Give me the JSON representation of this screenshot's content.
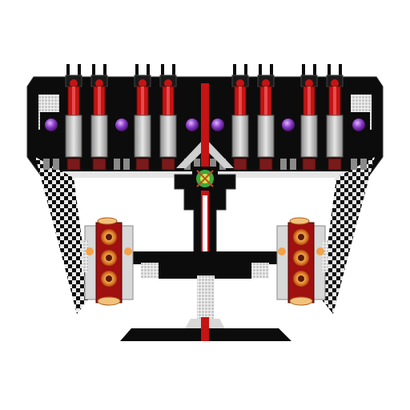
{
  "scene": {
    "subject": "ship-blueprint",
    "background": "#ffffff",
    "colors": {
      "hull": "#0c0c0c",
      "hull_edge": "#2b2b2b",
      "grille": "#d8d8d8",
      "red_conduit": "#c41414",
      "dark_red": "#6e0a0a",
      "purple_orb": "#8a3cc8",
      "metal": "#b9b9b9",
      "orange_engine": "#e07a22",
      "engine_red": "#a01010",
      "yellow_core": "#c8e64a",
      "green_core": "#3ea83e",
      "blue_cockpit": "#6f77d8"
    },
    "turret_count": 8,
    "pod_count": 8,
    "engine_pods": 2
  }
}
